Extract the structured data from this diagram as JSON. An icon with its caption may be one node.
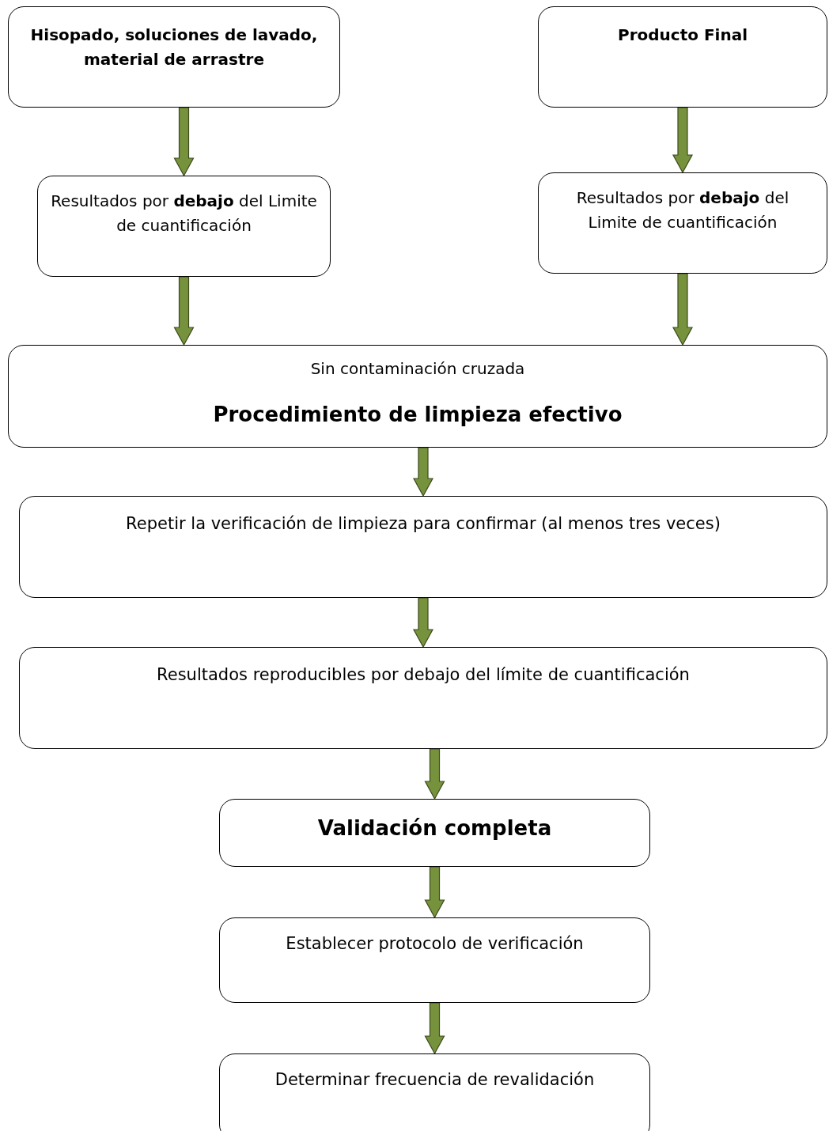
{
  "diagram": {
    "nodes": [
      {
        "text": [
          "Hisopado, soluciones de lavado, material de arrastre"
        ]
      },
      {
        "text": [
          "Producto Final"
        ]
      },
      {
        "text": [
          "Resultados por **debajo** del Limite de cuantificación"
        ]
      },
      {
        "text": [
          "Resultados por **debajo** del Limite de cuantificación"
        ]
      },
      {
        "text": [
          "Sin contaminación cruzada",
          "Procedimiento de limpieza efectivo"
        ]
      },
      {
        "text": [
          "Repetir la verificación de limpieza para confirmar (al menos tres veces)"
        ]
      },
      {
        "text": [
          "Resultados reproducibles por debajo del límite de cuantificación"
        ]
      },
      {
        "text": [
          "Validación completa"
        ]
      },
      {
        "text": [
          "Establecer protocolo de verificación"
        ]
      },
      {
        "text": [
          "Determinar frecuencia de revalidación"
        ]
      }
    ],
    "edges": [
      {
        "from": 0,
        "to": 2,
        "arrow": "to"
      },
      {
        "from": 1,
        "to": 3,
        "arrow": "to"
      },
      {
        "from": 2,
        "to": 4,
        "arrow": "to"
      },
      {
        "from": 3,
        "to": 4,
        "arrow": "to"
      },
      {
        "from": 4,
        "to": 5,
        "arrow": "to"
      },
      {
        "from": 5,
        "to": 6,
        "arrow": "to"
      },
      {
        "from": 6,
        "to": 7,
        "arrow": "to"
      },
      {
        "from": 7,
        "to": 8,
        "arrow": "to"
      },
      {
        "from": 8,
        "to": 9,
        "arrow": "to"
      }
    ]
  }
}
